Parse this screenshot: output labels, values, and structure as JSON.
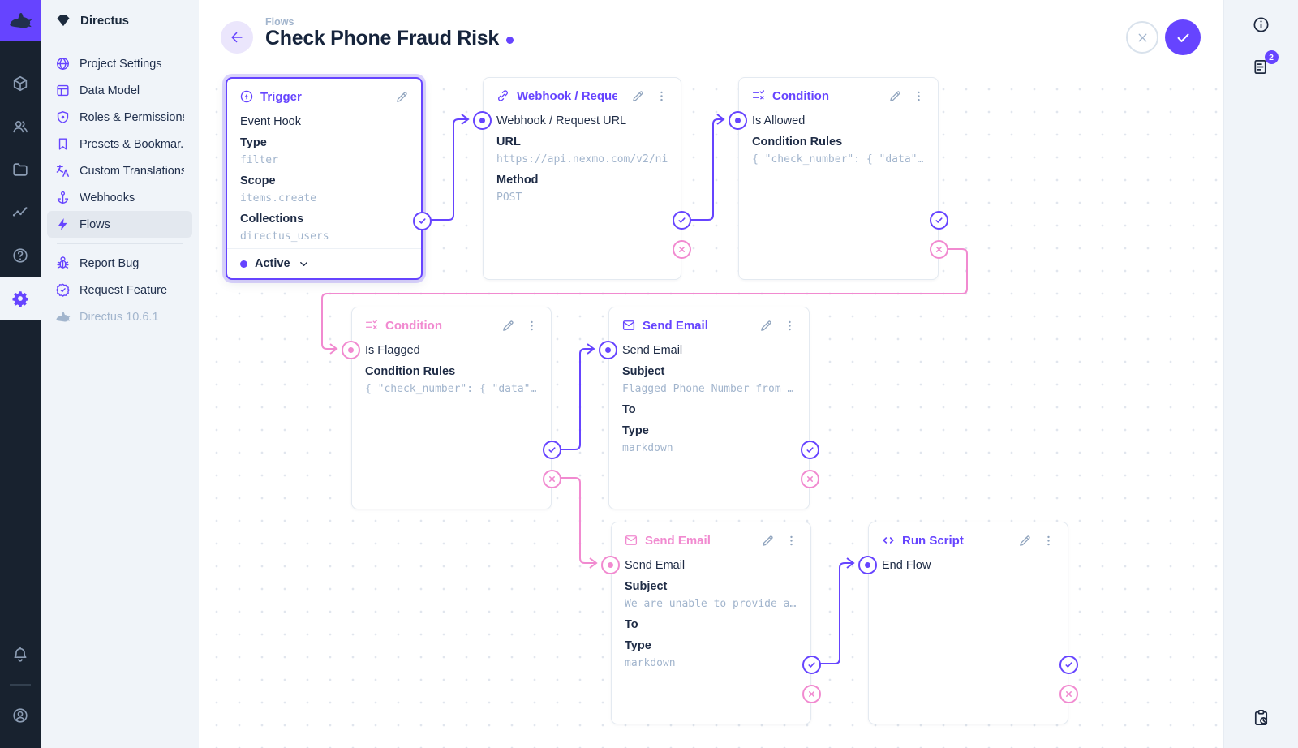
{
  "colors": {
    "primary": "#6644ff",
    "pink": "#f18ad0",
    "navy": "#18222f",
    "subdued": "#a2b5cd"
  },
  "rail": {
    "logo_icon": "rabbit-icon",
    "modules": [
      {
        "icon": "box-icon",
        "name": "content-module"
      },
      {
        "icon": "users-icon",
        "name": "users-module"
      },
      {
        "icon": "folder-icon",
        "name": "files-module"
      },
      {
        "icon": "insights-icon",
        "name": "insights-module"
      },
      {
        "icon": "help-icon",
        "name": "docs-module"
      },
      {
        "icon": "gear-icon",
        "name": "settings-module",
        "active": true
      }
    ],
    "bottom": [
      {
        "icon": "bell-icon",
        "name": "notifications"
      },
      {
        "icon": "user-circle-icon",
        "name": "account"
      }
    ]
  },
  "sidebar": {
    "brand": "Directus",
    "project_icon": "gem-icon",
    "items": [
      {
        "icon": "globe-icon",
        "label": "Project Settings"
      },
      {
        "icon": "table-icon",
        "label": "Data Model"
      },
      {
        "icon": "shield-icon",
        "label": "Roles & Permissions"
      },
      {
        "icon": "bookmark-icon",
        "label": "Presets & Bookmar..."
      },
      {
        "icon": "translate-icon",
        "label": "Custom Translations"
      },
      {
        "icon": "anchor-icon",
        "label": "Webhooks"
      },
      {
        "icon": "bolt-icon",
        "label": "Flows",
        "active": true
      }
    ],
    "secondary_items": [
      {
        "icon": "bug-icon",
        "label": "Report Bug"
      },
      {
        "icon": "badge-check-icon",
        "label": "Request Feature"
      }
    ],
    "version": {
      "icon": "rabbit-icon",
      "label": "Directus 10.6.1"
    }
  },
  "header": {
    "breadcrumb": "Flows",
    "title": "Check Phone Fraud Risk"
  },
  "right_panel": {
    "top_icons": [
      {
        "icon": "info-icon",
        "name": "info-sidebar"
      },
      {
        "icon": "notifications-doc-icon",
        "name": "notices-sidebar",
        "badge": "2"
      }
    ],
    "bottom_icons": [
      {
        "icon": "revisions-icon",
        "name": "revisions-sidebar"
      }
    ]
  },
  "flow": {
    "cards": [
      {
        "id": "trigger",
        "icon": "bolt-circle-icon",
        "title": "Trigger",
        "accent": "purple",
        "selected": true,
        "has_menu": false,
        "name": "Event Hook",
        "fields": [
          {
            "label": "Type",
            "value": "filter"
          },
          {
            "label": "Scope",
            "value": "items.create"
          },
          {
            "label": "Collections",
            "value": "directus_users"
          }
        ],
        "footer": {
          "status": "Active"
        }
      },
      {
        "id": "webhook",
        "icon": "link-icon",
        "title": "Webhook / Request URL",
        "accent": "purple",
        "has_menu": true,
        "name": "Webhook / Request URL",
        "fields": [
          {
            "label": "URL",
            "value": "https://api.nexmo.com/v2/ni"
          },
          {
            "label": "Method",
            "value": "POST"
          }
        ]
      },
      {
        "id": "cond1",
        "icon": "condition-icon",
        "title": "Condition",
        "accent": "purple",
        "has_menu": true,
        "name": "Is Allowed",
        "fields": [
          {
            "label": "Condition Rules",
            "value": "{ \"check_number\": { \"data\"…"
          }
        ]
      },
      {
        "id": "cond2",
        "icon": "condition-icon",
        "title": "Condition",
        "accent": "pink",
        "has_menu": true,
        "name": "Is Flagged",
        "fields": [
          {
            "label": "Condition Rules",
            "value": "{ \"check_number\": { \"data\"…"
          }
        ]
      },
      {
        "id": "email1",
        "icon": "mail-icon",
        "title": "Send Email",
        "accent": "purple",
        "has_menu": true,
        "name": "Send Email",
        "fields": [
          {
            "label": "Subject",
            "value": "Flagged Phone Number from …"
          },
          {
            "label": "To",
            "value": ""
          },
          {
            "label": "Type",
            "value": "markdown"
          }
        ]
      },
      {
        "id": "email2",
        "icon": "mail-icon",
        "title": "Send Email",
        "accent": "pink",
        "has_menu": true,
        "name": "Send Email",
        "fields": [
          {
            "label": "Subject",
            "value": "We are unable to provide a…"
          },
          {
            "label": "To",
            "value": ""
          },
          {
            "label": "Type",
            "value": "markdown"
          }
        ]
      },
      {
        "id": "script",
        "icon": "code-icon",
        "title": "Run Script",
        "accent": "purple",
        "has_menu": true,
        "name": "End Flow",
        "fields": []
      }
    ]
  }
}
